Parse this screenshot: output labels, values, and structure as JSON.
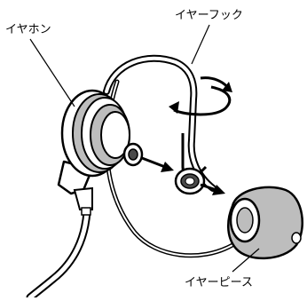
{
  "labels": {
    "earphone": "イヤホン",
    "ear_hook": "イヤーフック",
    "ear_piece": "イヤーピース"
  },
  "colors": {
    "line": "#000000",
    "shade": "#bdbdbd",
    "dark": "#4a4a4a",
    "background": "#ffffff"
  }
}
